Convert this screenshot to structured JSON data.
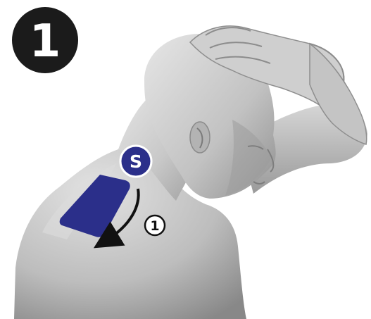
{
  "step_badge": {
    "number": "1",
    "background_color": "#1b1b1b",
    "text_color": "#ffffff"
  },
  "tape_label": {
    "letter": "S",
    "color": "#2b2f8a",
    "text_color": "#ffffff"
  },
  "tape_strip": {
    "color": "#2b2f8a"
  },
  "direction_arrow": {
    "number": "1",
    "color": "#111111"
  },
  "figure": {
    "skin_color": "#c9c9c9",
    "shadow_color": "#8c8c8c"
  }
}
